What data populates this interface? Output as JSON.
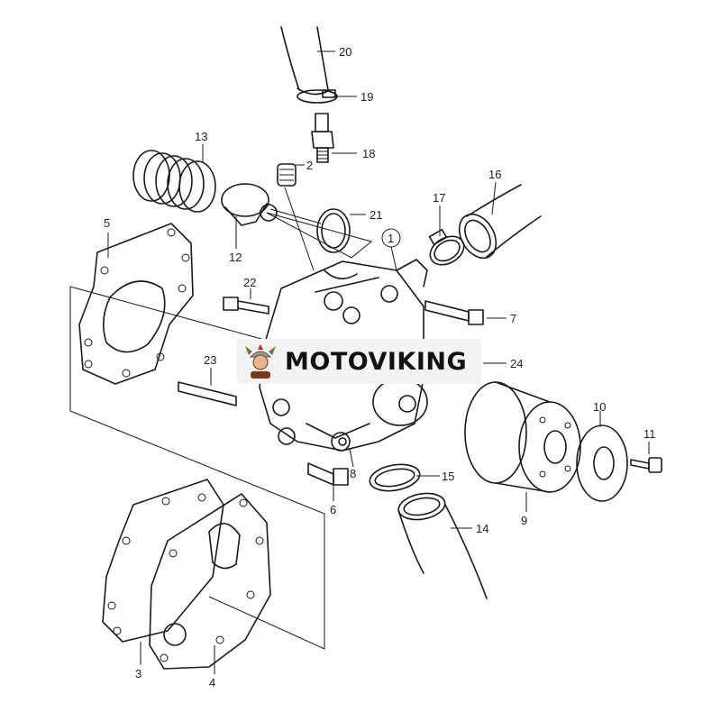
{
  "diagram": {
    "callouts": [
      "1",
      "2",
      "3",
      "4",
      "5",
      "6",
      "7",
      "8",
      "9",
      "10",
      "11",
      "12",
      "13",
      "14",
      "15",
      "16",
      "17",
      "18",
      "19",
      "20",
      "21",
      "22",
      "23",
      "24"
    ]
  },
  "watermark": {
    "brand": "MOTOVIKING",
    "accent": "#c8201e",
    "icon": "viking-mascot-icon"
  }
}
